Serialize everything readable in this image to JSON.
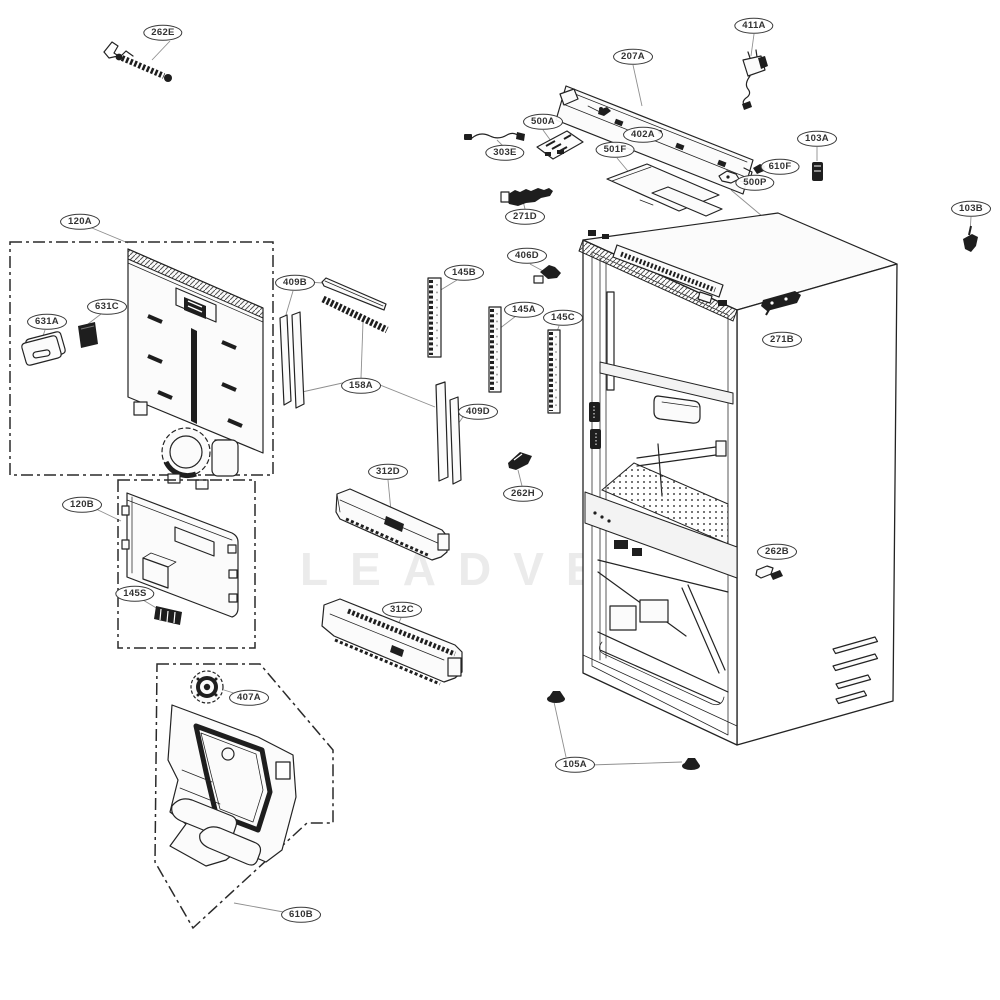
{
  "diagram": {
    "watermark": "LEADVENT",
    "colors": {
      "background": "#ffffff",
      "line": "#232323",
      "leader": "#8f8f8f",
      "label_border": "#3a3a3a",
      "dark_part": "#1e1e1e"
    },
    "callouts": [
      "262E",
      "411A",
      "207A",
      "402A",
      "500A",
      "303E",
      "501F",
      "610F",
      "500P",
      "103A",
      "103B",
      "271D",
      "406D",
      "120A",
      "409B",
      "145B",
      "145A",
      "145C",
      "631A",
      "631C",
      "158A",
      "409D",
      "271B",
      "312D",
      "120B",
      "145S",
      "262H",
      "312C",
      "262B",
      "407A",
      "610B",
      "105A"
    ]
  }
}
